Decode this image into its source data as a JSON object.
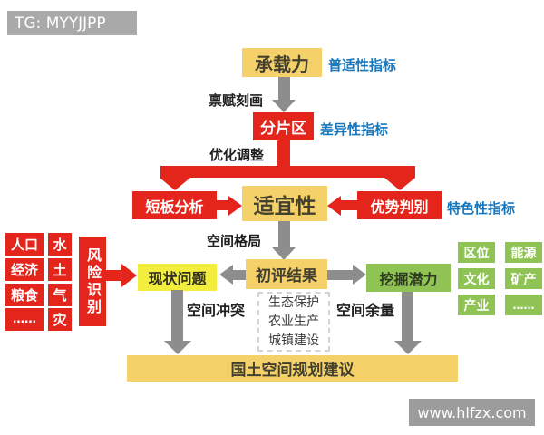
{
  "banner": "TG: MYYJJPP",
  "watermark": "www.hlfzx.com",
  "flow": {
    "carrying_capacity": "承载力",
    "universal_indicator": "普适性指标",
    "endowment_label": "禀赋刻画",
    "zoning": "分片区",
    "differential_indicator": "差异性指标",
    "optimization_label": "优化调整",
    "shortboard_analysis": "短板分析",
    "suitability": "适宜性",
    "advantage_judgment": "优势判别",
    "characteristic_indicator": "特色性指标",
    "spatial_pattern_label": "空间格局",
    "current_problems": "现状问题",
    "initial_results": "初评结果",
    "tap_potential": "挖掘潜力",
    "risk_identification": "风险识别",
    "spatial_conflict_label": "空间冲突",
    "spatial_surplus_label": "空间余量",
    "three_types": [
      "生态保护",
      "农业生产",
      "城镇建设"
    ],
    "planning_suggestion": "国土空间规划建议"
  },
  "risk_factors": {
    "col1": [
      "人口",
      "经济",
      "粮食",
      "……"
    ],
    "col2": [
      "水",
      "土",
      "气",
      "灾"
    ]
  },
  "potential_factors": {
    "col1": [
      "区位",
      "文化",
      "产业"
    ],
    "col2": [
      "能源",
      "矿产",
      "……"
    ]
  },
  "colors": {
    "red": "#e4251c",
    "yellow": "#f5d169",
    "bright_yellow": "#f3ee3d",
    "green": "#8fc454",
    "blue_label": "#1878be",
    "arrow_gray": "#8d8d8d",
    "banner_gray": "#a9a9a9"
  }
}
